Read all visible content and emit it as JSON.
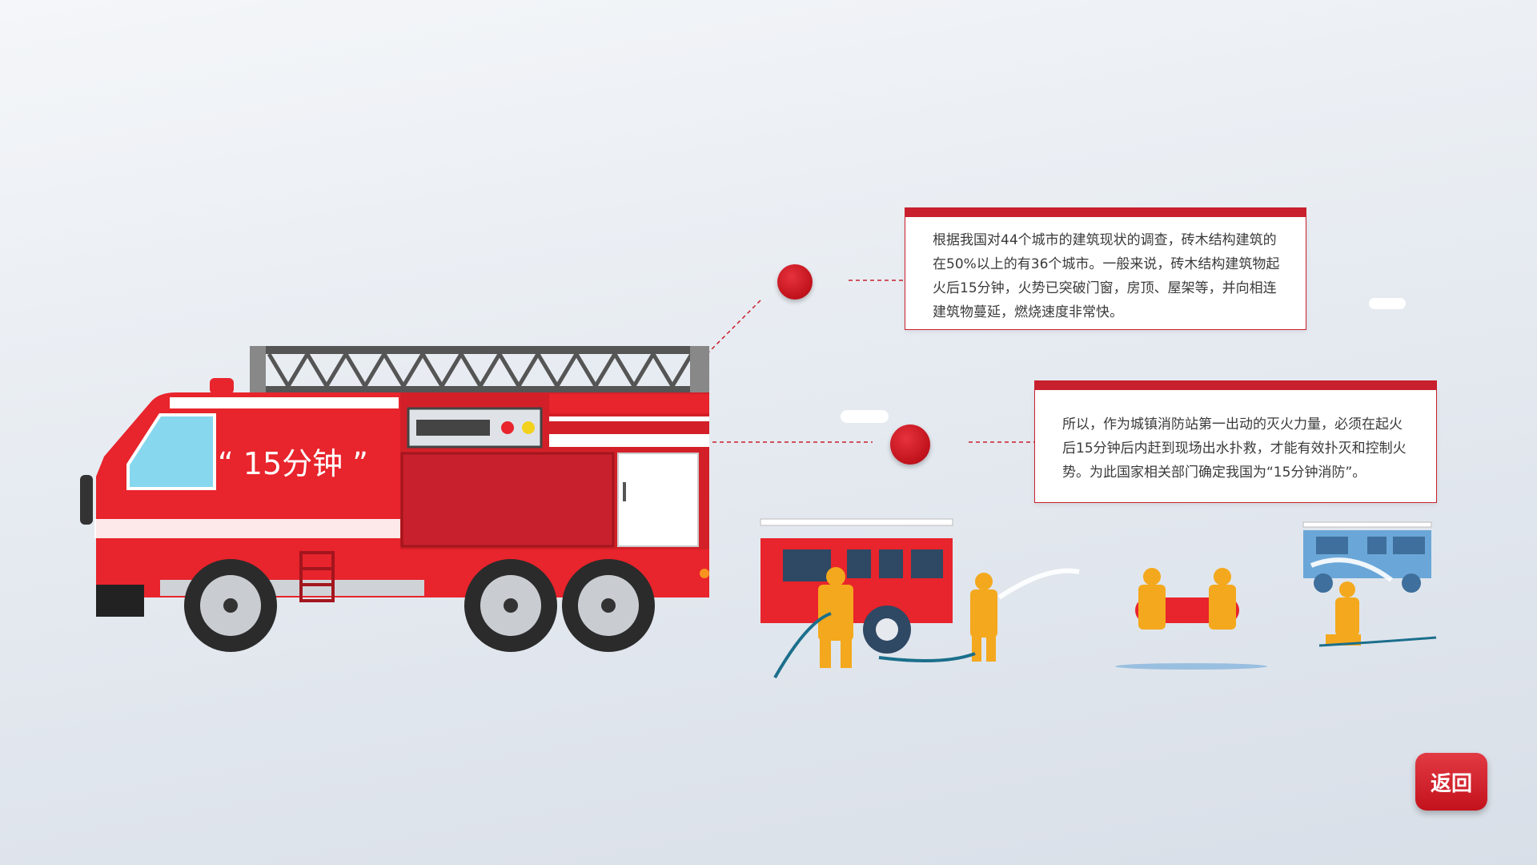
{
  "truck": {
    "door_label": "“ 15分钟 ”"
  },
  "notes": [
    {
      "text": "根据我国对44个城市的建筑现状的调查，砖木结构建筑的在50%以上的有36个城市。一般来说，砖木结构建筑物起火后15分钟，火势已突破门窗，房顶、屋架等，并向相连建筑物蔓延，燃烧速度非常快。"
    },
    {
      "text": "所以，作为城镇消防站第一出动的灭火力量，必须在起火后15分钟后内赶到现场出水扑救，才能有效扑灭和控制火势。为此国家相关部门确定我国为“15分钟消防”。"
    }
  ],
  "back_button": {
    "label": "返回"
  },
  "colors": {
    "accent": "#c8202c",
    "truck_red": "#e8242c",
    "firefighter_yellow": "#f4a81d",
    "blue_truck": "#6aa7d8"
  }
}
